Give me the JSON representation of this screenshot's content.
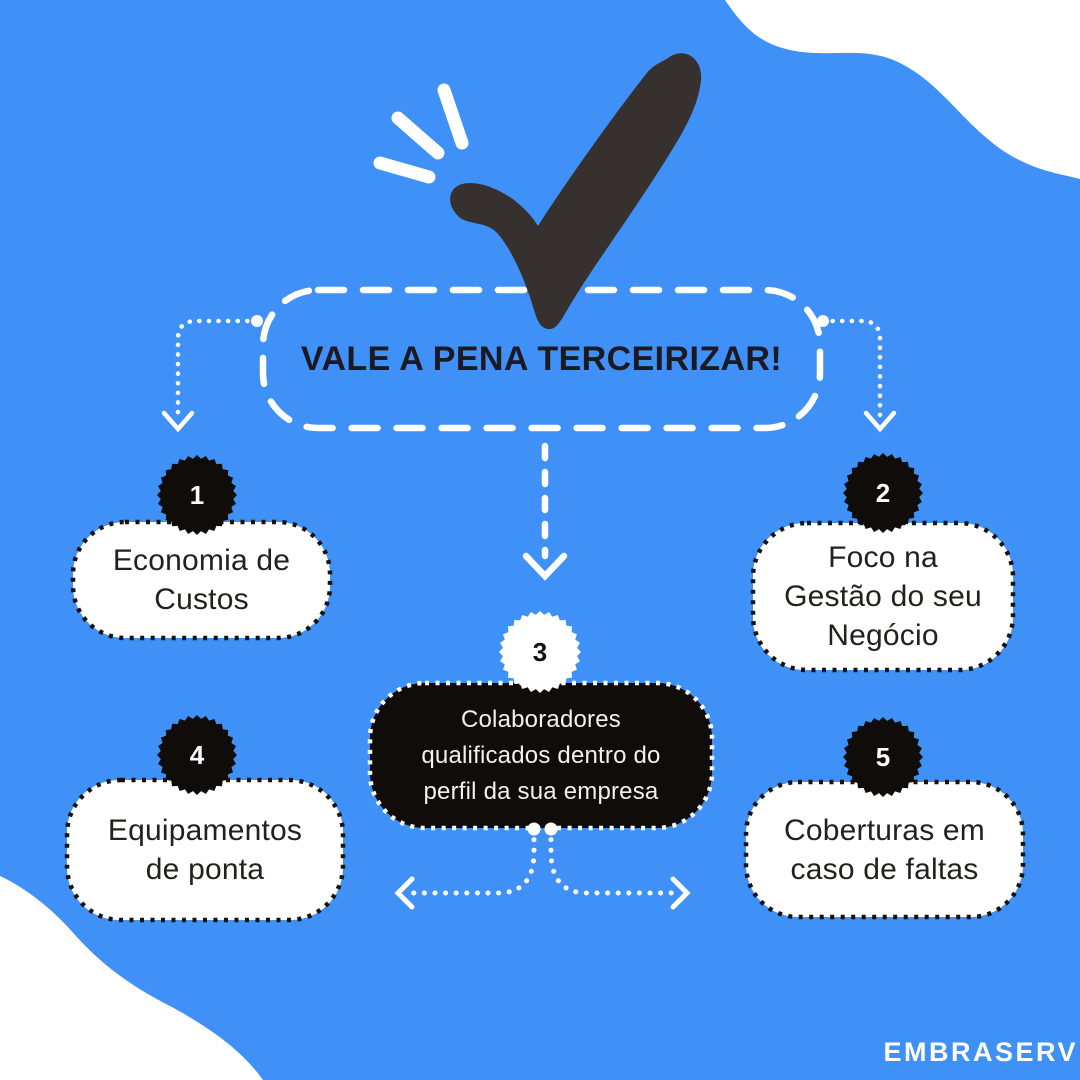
{
  "title": "VALE A PENA TERCEIRIZAR!",
  "brand": "EMBRASERV",
  "colors": {
    "background": "#4091F7",
    "checkmark": "#36312E",
    "card_light_bg": "#FFFFFF",
    "card_light_text": "#24201E",
    "card_dark_bg": "#0F0C0A",
    "card_dark_text": "#F4F0EA",
    "dotted_border_dark": "#16120F",
    "dashed_border_white": "#FFFFFF"
  },
  "nodes": [
    {
      "number": "1",
      "label": "Economia de\nCustos",
      "variant": "light"
    },
    {
      "number": "2",
      "label": "Foco na\nGestão do seu\nNegócio",
      "variant": "light"
    },
    {
      "number": "3",
      "label": "Colaboradores\nqualificados dentro do\nperfil da sua empresa",
      "variant": "dark"
    },
    {
      "number": "4",
      "label": "Equipamentos\nde ponta",
      "variant": "light"
    },
    {
      "number": "5",
      "label": "Coberturas em\ncaso de faltas",
      "variant": "light"
    }
  ]
}
